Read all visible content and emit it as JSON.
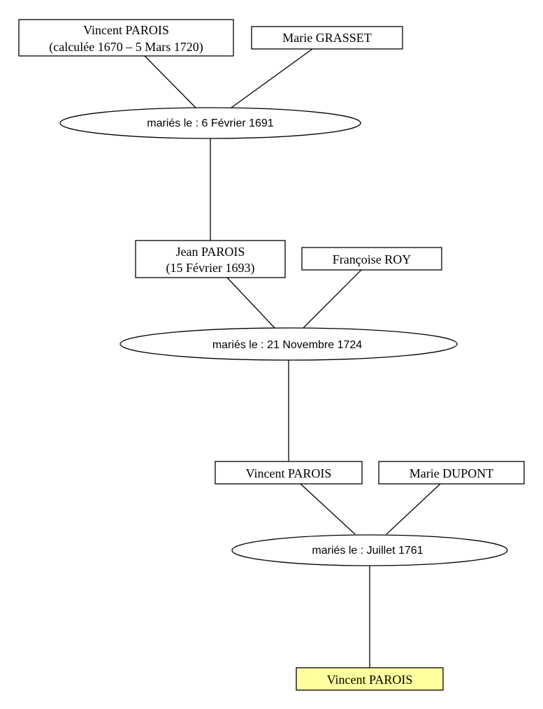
{
  "colors": {
    "line": "#000000",
    "box_fill": "#ffffff",
    "highlight_fill": "#ffff9f"
  },
  "generations": [
    {
      "father": {
        "name": "Vincent PAROIS",
        "dates": "(calculée 1670 – 5 Mars 1720)"
      },
      "mother": {
        "name": "Marie GRASSET"
      },
      "marriage": "mariés le : 6 Février 1691"
    },
    {
      "father": {
        "name": "Jean PAROIS",
        "dates": "(15 Février 1693)"
      },
      "mother": {
        "name": "Françoise ROY"
      },
      "marriage": "mariés le : 21 Novembre 1724"
    },
    {
      "father": {
        "name": "Vincent PAROIS"
      },
      "mother": {
        "name": "Marie DUPONT"
      },
      "marriage": "mariés le : Juillet 1761"
    }
  ],
  "descendant": {
    "name": "Vincent PAROIS"
  }
}
